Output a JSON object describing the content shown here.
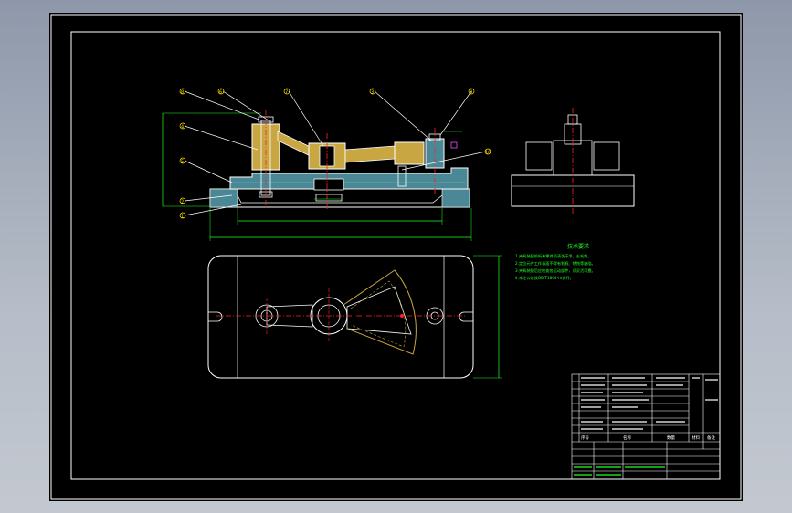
{
  "colors": {
    "background": "#000000",
    "outline": "#ffffff",
    "part_steel": "#4a8896",
    "part_bronze": "#c8a642",
    "dimension": "#22ff22",
    "centerline": "#ff2222",
    "leader": "#ffffff",
    "balloon": "#ffdd00",
    "accent_magenta": "#ff44ff"
  },
  "balloons": {
    "b1": "8",
    "b2": "6",
    "b3": "7",
    "b4": "3",
    "b5": "9",
    "b6": "4",
    "b7": "5",
    "b8": "2",
    "b9": "1",
    "b10": "10"
  },
  "tech_notes": {
    "title": "技术要求",
    "lines": [
      "1.夹具装配前所有零件须清洗干净，去毛刺。",
      "2.定位元件工作表面不得有划痕、锈蚀等缺陷。",
      "3.夹具装配后应检查各运动部件，须灵活可靠。",
      "4.未注公差按GB/T1804-m执行。"
    ]
  },
  "title_block": {
    "col_index": "序号",
    "col_name": "名称",
    "col_qty": "数量",
    "col_material": "材料",
    "col_remark": "备注"
  }
}
